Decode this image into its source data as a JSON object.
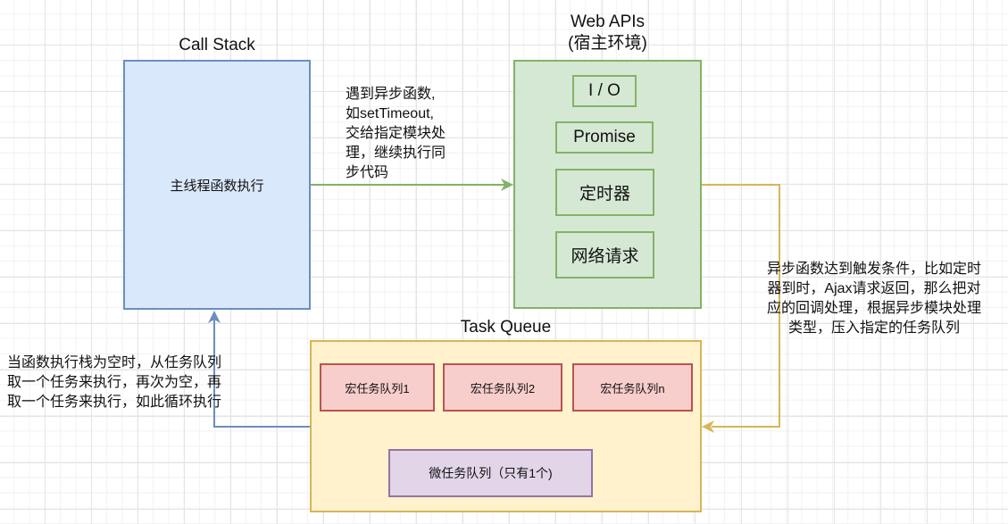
{
  "call_stack": {
    "title": "Call Stack",
    "label": "主线程函数执行"
  },
  "web_apis": {
    "title_line1": "Web APIs",
    "title_line2": "(宿主环境)",
    "items": [
      "I / O",
      "Promise",
      "定时器",
      "网络请求"
    ]
  },
  "task_queue": {
    "title": "Task Queue",
    "macro_queues": [
      "宏任务队列1",
      "宏任务队列2",
      "宏任务队列n"
    ],
    "micro_queue": "微任务队列（只有1个)"
  },
  "notes": {
    "async_dispatch": [
      "遇到异步函数,",
      "如setTimeout,",
      "交给指定模块处",
      "理，继续执行同",
      "步代码"
    ],
    "callback_enqueue": [
      "异步函数达到触发条件，比如定时",
      "器到时，Ajax请求返回，那么把对",
      "应的回调处理，根据异步模块处理",
      "类型，压入指定的任务队列"
    ],
    "event_loop": [
      "当函数执行栈为空时，从任务队列",
      "取一个任务来执行，再次为空，再",
      "取一个任务来执行，如此循环执行"
    ]
  },
  "colors": {
    "call_stack_fill": "#dae8fc",
    "call_stack_stroke": "#6c8ebf",
    "web_apis_fill": "#d5e8d4",
    "web_apis_stroke": "#82b366",
    "task_queue_fill": "#fff2cc",
    "task_queue_stroke": "#d6b656",
    "macro_fill": "#f8cecc",
    "macro_stroke": "#b85450",
    "micro_fill": "#e1d5e7",
    "micro_stroke": "#9673a6"
  }
}
